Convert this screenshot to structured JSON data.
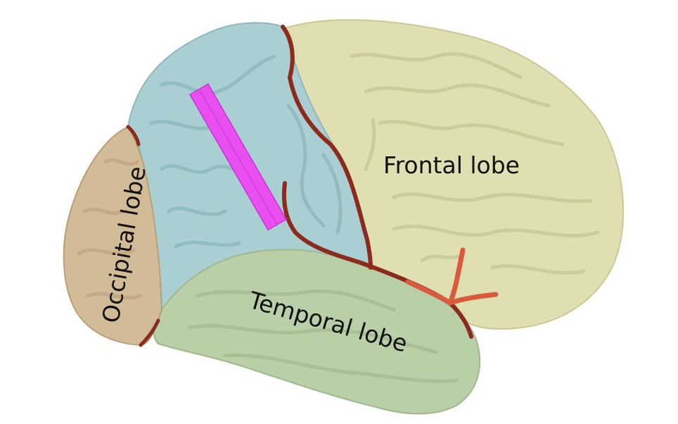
{
  "labels": {
    "frontal": "Frontal lobe",
    "temporal": "Temporal lobe",
    "occipital": "Occipital lobe"
  },
  "colors": {
    "frontal": "#dede b0",
    "frontal_fill": "#dfdfb1",
    "parietal_fill": "#a9cfd3",
    "temporal_fill": "#b9cfa8",
    "occipital_fill": "#d2bb97",
    "sulcus": "#8c2a1e",
    "sulcus_light": "#d95a3c",
    "marker": "#e84ef0"
  },
  "regions": [
    "frontal-lobe",
    "parietal-lobe",
    "temporal-lobe",
    "occipital-lobe"
  ],
  "marker": {
    "shape": "rectangle",
    "color_name": "magenta"
  }
}
